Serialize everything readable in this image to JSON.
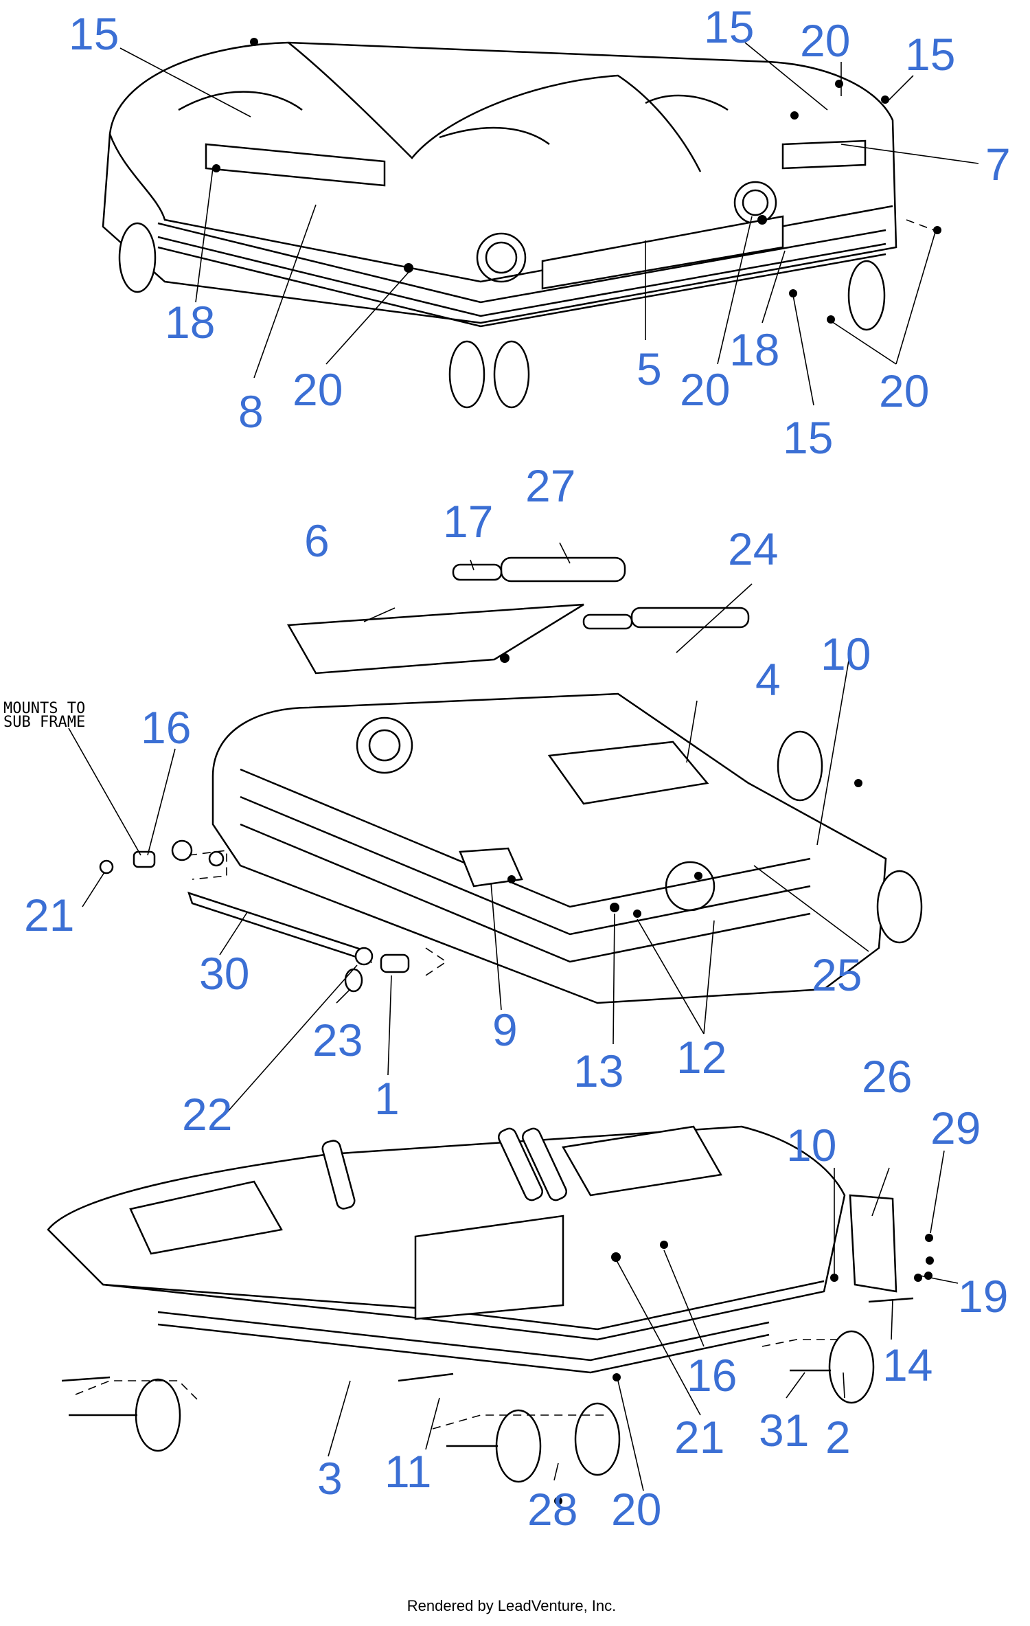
{
  "note": {
    "line1": "MOUNTS TO",
    "line2": "SUB FRAME"
  },
  "footer": "Rendered by LeadVenture, Inc.",
  "callouts": [
    {
      "label": "15"
    },
    {
      "label": "15"
    },
    {
      "label": "20"
    },
    {
      "label": "15"
    },
    {
      "label": "7"
    },
    {
      "label": "18"
    },
    {
      "label": "8"
    },
    {
      "label": "20"
    },
    {
      "label": "5"
    },
    {
      "label": "20"
    },
    {
      "label": "18"
    },
    {
      "label": "15"
    },
    {
      "label": "20"
    },
    {
      "label": "27"
    },
    {
      "label": "17"
    },
    {
      "label": "24"
    },
    {
      "label": "6"
    },
    {
      "label": "10"
    },
    {
      "label": "4"
    },
    {
      "label": "16"
    },
    {
      "label": "21"
    },
    {
      "label": "30"
    },
    {
      "label": "23"
    },
    {
      "label": "22"
    },
    {
      "label": "1"
    },
    {
      "label": "9"
    },
    {
      "label": "13"
    },
    {
      "label": "12"
    },
    {
      "label": "25"
    },
    {
      "label": "26"
    },
    {
      "label": "29"
    },
    {
      "label": "10"
    },
    {
      "label": "19"
    },
    {
      "label": "14"
    },
    {
      "label": "16"
    },
    {
      "label": "31"
    },
    {
      "label": "2"
    },
    {
      "label": "21"
    },
    {
      "label": "3"
    },
    {
      "label": "11"
    },
    {
      "label": "28"
    },
    {
      "label": "20"
    }
  ],
  "colors": {
    "callout": "#3b6fd4",
    "line": "#000000",
    "background": "#ffffff"
  }
}
